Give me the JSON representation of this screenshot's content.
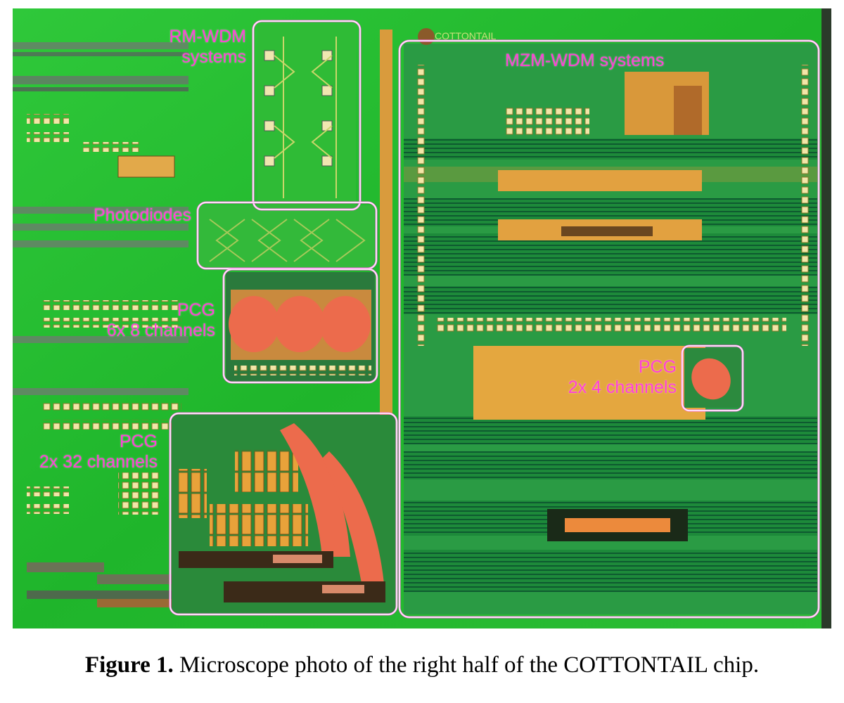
{
  "figure": {
    "caption_prefix": "Figure 1.",
    "caption_text": "Microscope photo of the right half of the COTTONTAIL chip."
  },
  "annotations": {
    "rm_wdm": [
      "RM-WDM",
      "systems"
    ],
    "photodiodes": "Photodiodes",
    "pcg_6x8": [
      "PCG",
      "6x 8 channels"
    ],
    "pcg_2x32": [
      "PCG",
      "2x 32 channels"
    ],
    "mzm_wdm": "MZM-WDM systems",
    "pcg_2x4": [
      "PCG",
      "2x 4 channels"
    ]
  },
  "chip_marking": "COTTONTAIL",
  "colors": {
    "substrate": "#22c02a",
    "metal": "#e7a53b",
    "grating": "#ec6b4c",
    "dark_trace": "#1f5d3a",
    "annotation": "#ff3fd6",
    "box_stroke": "#ffffff"
  }
}
